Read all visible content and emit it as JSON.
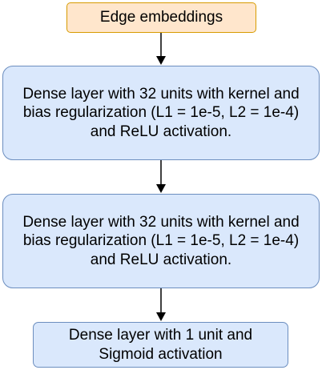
{
  "diagram": {
    "nodes": [
      {
        "id": "edge_embeddings",
        "label": "Edge embeddings",
        "fill": "#ffe6cc",
        "stroke": "#d79b00"
      },
      {
        "id": "dense_1",
        "label": "Dense layer with 32 units with kernel and bias regularization (L1 = 1e-5, L2 = 1e-4) and ReLU activation.",
        "fill": "#dae8fc",
        "stroke": "#6c8ebf"
      },
      {
        "id": "dense_2",
        "label": "Dense layer with 32 units with kernel and bias regularization (L1 = 1e-5, L2 = 1e-4) and ReLU activation.",
        "fill": "#dae8fc",
        "stroke": "#6c8ebf"
      },
      {
        "id": "dense_out",
        "label": "Dense layer with 1 unit and Sigmoid activation",
        "fill": "#dae8fc",
        "stroke": "#6c8ebf"
      }
    ],
    "edges": [
      {
        "from": "edge_embeddings",
        "to": "dense_1"
      },
      {
        "from": "dense_1",
        "to": "dense_2"
      },
      {
        "from": "dense_2",
        "to": "dense_out"
      }
    ]
  }
}
